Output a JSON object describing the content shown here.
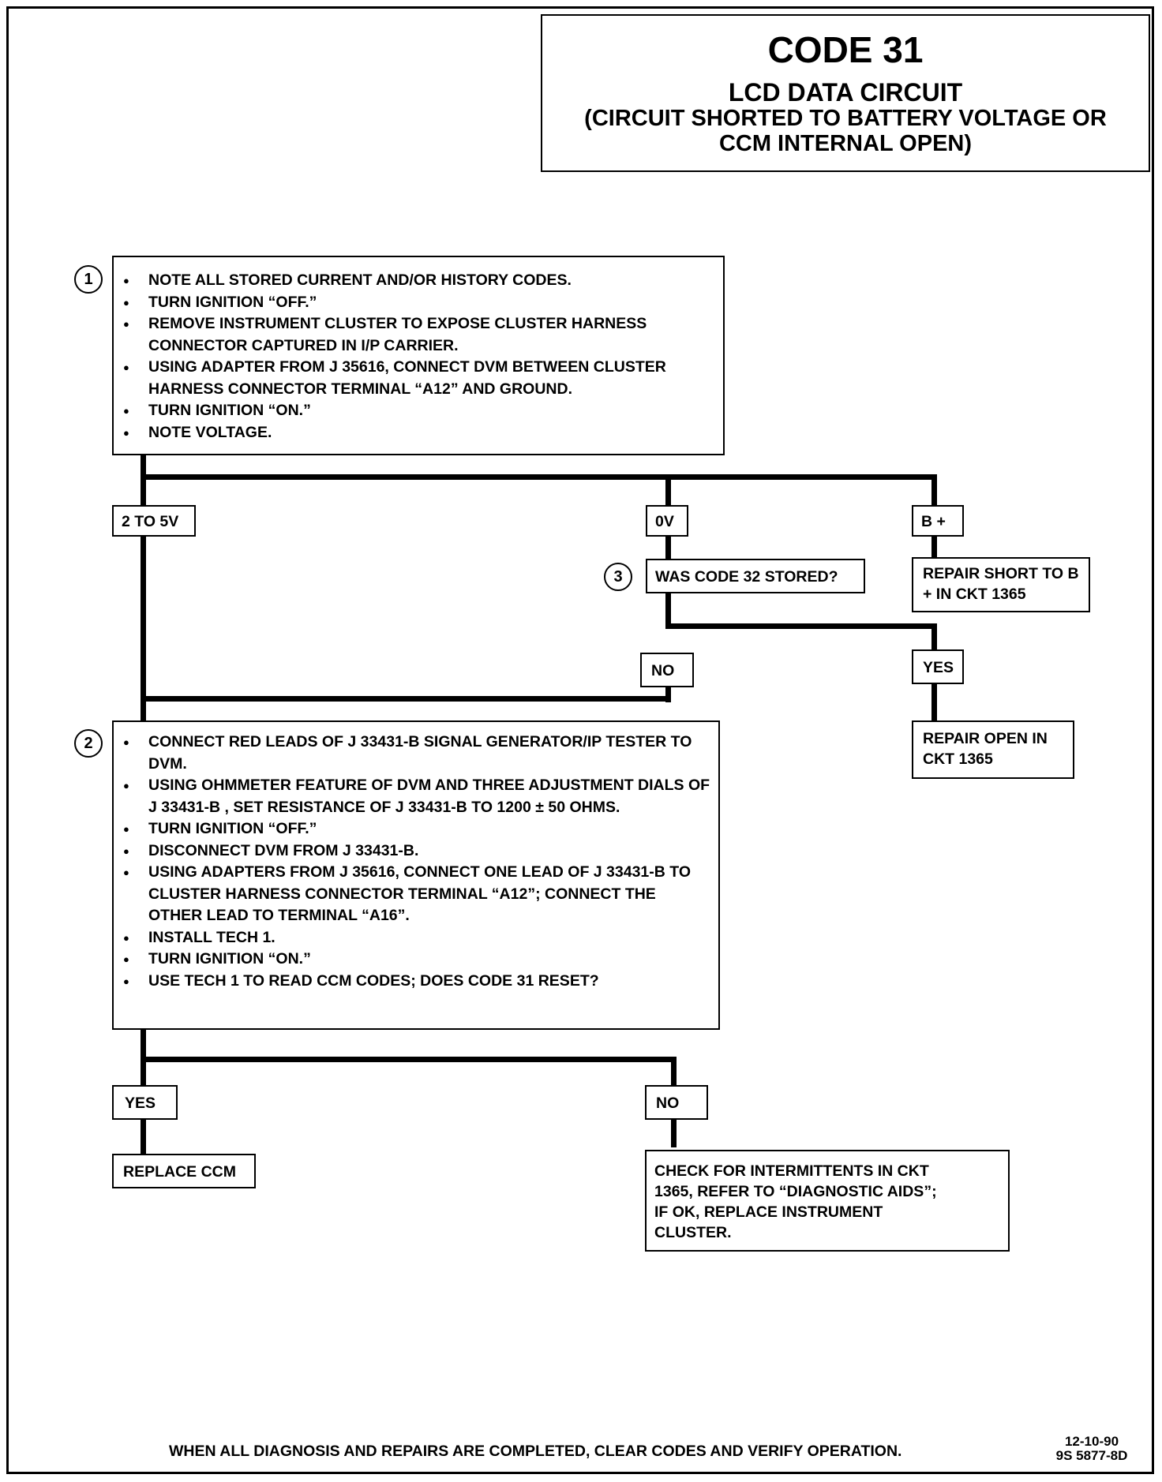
{
  "header": {
    "code": "CODE 31",
    "subtitle": "LCD DATA CIRCUIT",
    "subtitle2": "(CIRCUIT SHORTED TO BATTERY VOLTAGE OR",
    "subtitle3": "CCM INTERNAL OPEN)"
  },
  "step1": {
    "number": "1",
    "items": [
      "NOTE ALL STORED CURRENT AND/OR HISTORY CODES.",
      "TURN IGNITION “OFF.”",
      "REMOVE INSTRUMENT CLUSTER TO EXPOSE CLUSTER HARNESS CONNECTOR CAPTURED IN I/P CARRIER.",
      "USING ADAPTER FROM J 35616, CONNECT DVM BETWEEN CLUSTER HARNESS CONNECTOR TERMINAL “A12” AND GROUND.",
      "TURN IGNITION “ON.”",
      "NOTE VOLTAGE."
    ]
  },
  "branch1": {
    "low": "2 TO 5V",
    "zero": "0V",
    "bplus": "B +"
  },
  "step3": {
    "number": "3",
    "question": "WAS CODE 32 STORED?",
    "no": "NO",
    "yes": "YES"
  },
  "repair_short": "REPAIR SHORT TO B + IN CKT 1365",
  "repair_open": "REPAIR OPEN IN CKT 1365",
  "step2": {
    "number": "2",
    "items": [
      "CONNECT RED LEADS OF J 33431-B SIGNAL GENERATOR/IP TESTER TO DVM.",
      "USING OHMMETER FEATURE OF DVM AND THREE ADJUSTMENT DIALS OF J 33431-B , SET RESISTANCE OF J 33431-B TO 1200 ± 50 OHMS.",
      "TURN IGNITION “OFF.”",
      "DISCONNECT DVM FROM J 33431-B.",
      "USING ADAPTERS FROM J 35616, CONNECT ONE LEAD OF J 33431-B TO CLUSTER HARNESS CONNECTOR TERMINAL “A12”; CONNECT THE OTHER LEAD TO TERMINAL “A16”.",
      "INSTALL TECH 1.",
      "TURN IGNITION “ON.”",
      "USE TECH 1 TO READ CCM CODES; DOES CODE 31 RESET?"
    ]
  },
  "branch2": {
    "yes": "YES",
    "no": "NO"
  },
  "replace_ccm": "REPLACE CCM",
  "check_intermittent": "CHECK FOR INTERMITTENTS IN CKT 1365, REFER TO “DIAGNOSTIC AIDS”; IF OK, REPLACE INSTRUMENT CLUSTER.",
  "footer": {
    "note": "WHEN ALL DIAGNOSIS AND REPAIRS ARE COMPLETED, CLEAR CODES AND VERIFY OPERATION.",
    "date": "12-10-90",
    "docnum": "9S 5877-8D"
  }
}
